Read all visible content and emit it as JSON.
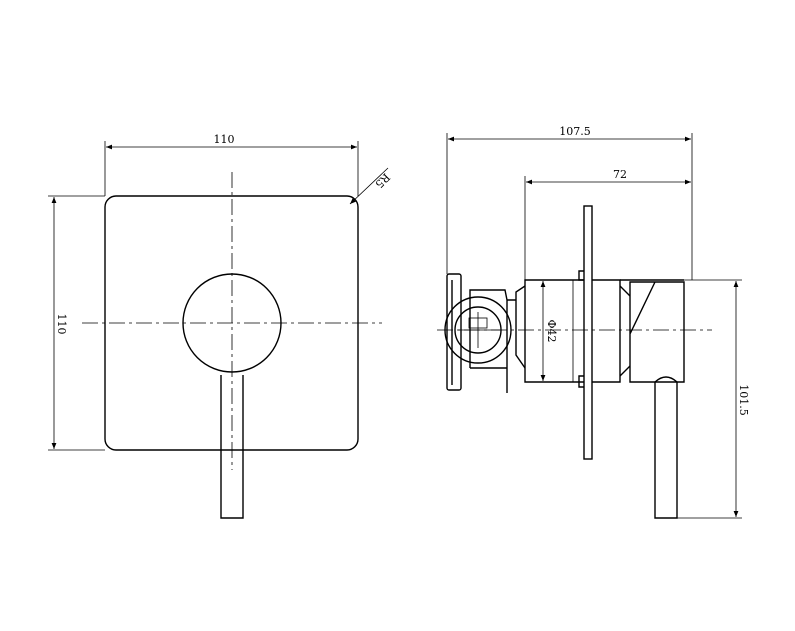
{
  "front_view": {
    "width_label": "110",
    "height_label": "110",
    "radius_label": "R5"
  },
  "side_view": {
    "overall_depth_label": "107.5",
    "body_depth_label": "72",
    "diameter_label": "Φ42",
    "handle_drop_label": "101.5"
  }
}
